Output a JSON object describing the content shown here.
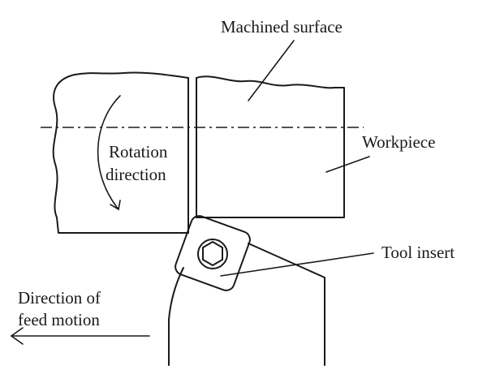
{
  "labels": {
    "machined_surface": "Machined surface",
    "workpiece": "Workpiece",
    "rotation_line1": "Rotation",
    "rotation_line2": "direction",
    "tool_insert": "Tool insert",
    "feed_line1": "Direction of",
    "feed_line2": "feed motion"
  },
  "colors": {
    "line": "#1a1a1a",
    "background": "#ffffff"
  }
}
